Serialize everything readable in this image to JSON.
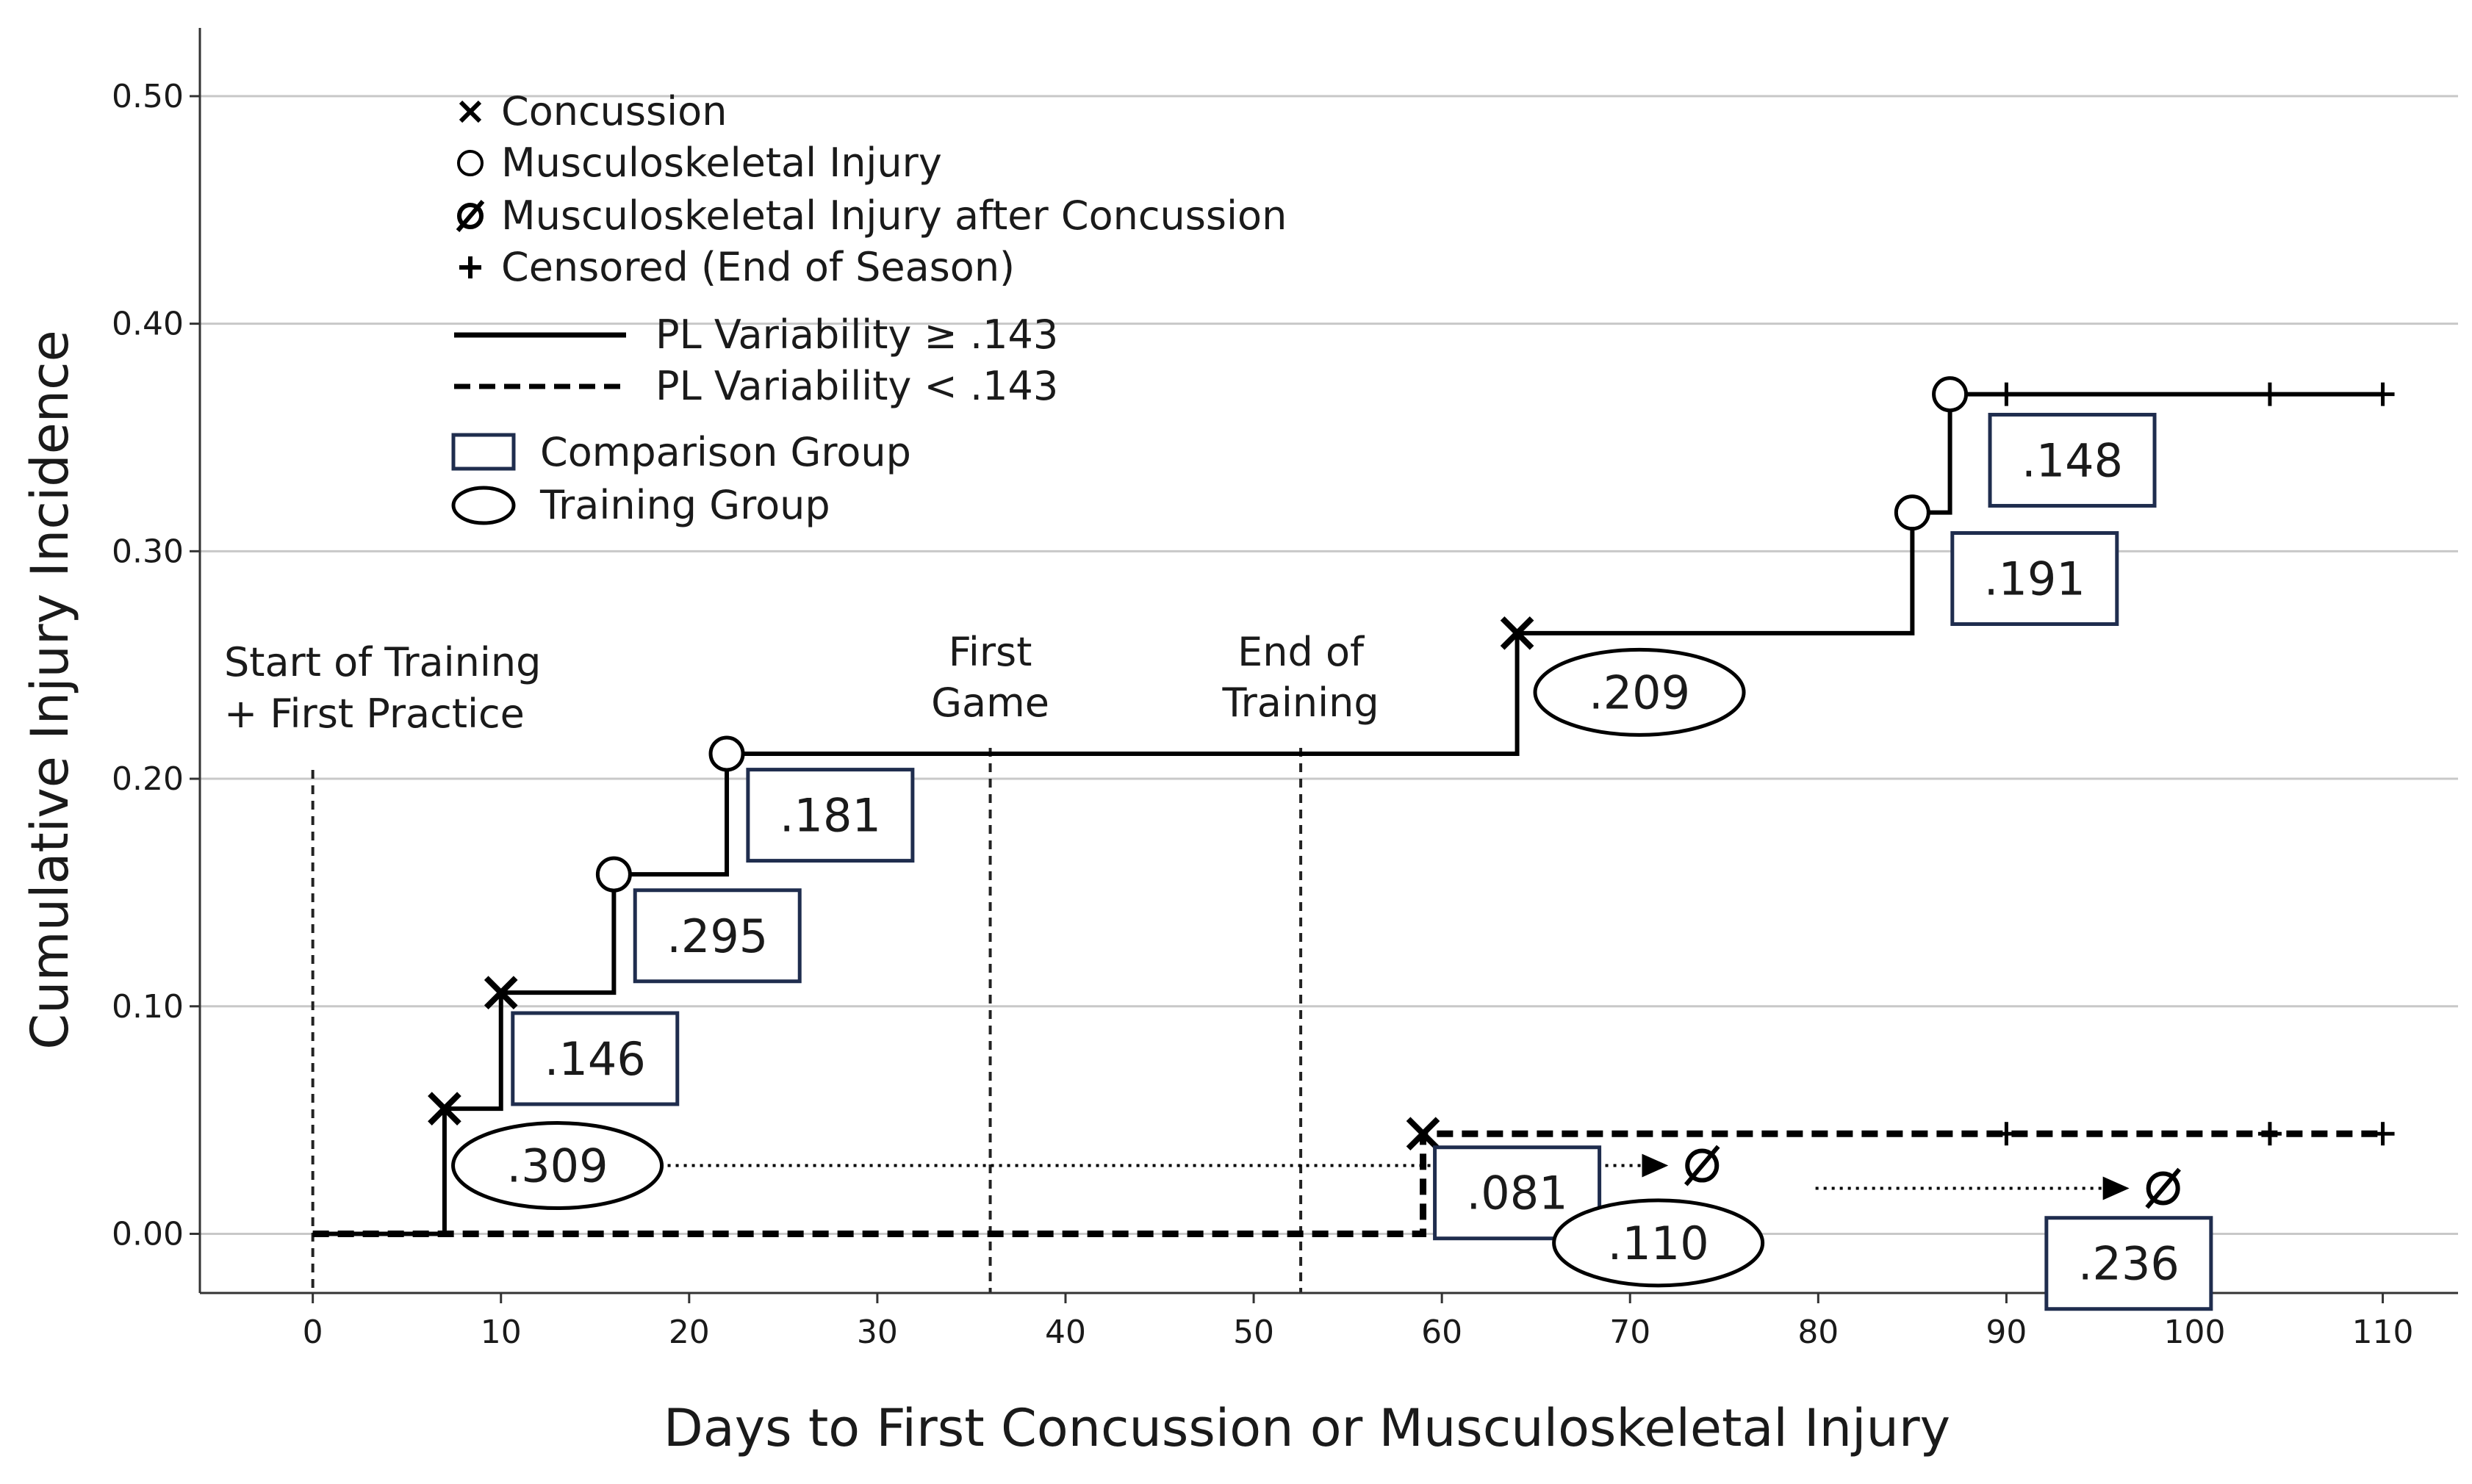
{
  "chart_data": {
    "type": "line",
    "step": true,
    "xlabel": "Days to First Concussion or Musculoskeletal Injury",
    "ylabel": "Cumulative Injury Incidence",
    "xlim": [
      -6,
      114
    ],
    "ylim": [
      -0.026,
      0.53
    ],
    "xticks": [
      "0",
      "10",
      "20",
      "30",
      "40",
      "50",
      "60",
      "70",
      "80",
      "90",
      "100",
      "110"
    ],
    "yticks": [
      "0.00",
      "0.10",
      "0.20",
      "0.30",
      "0.40",
      "0.50"
    ],
    "grid": "horizontal",
    "legend": {
      "placement": "top-left",
      "entries": [
        {
          "symbol": "x",
          "label": "Concussion"
        },
        {
          "symbol": "circle",
          "label": "Musculoskeletal Injury"
        },
        {
          "symbol": "slashed-circle",
          "label": "Musculoskeletal Injury after Concussion"
        },
        {
          "symbol": "plus",
          "label": "Censored (End of Season)"
        },
        {
          "symbol": "solid-line",
          "label": "PL Variability ≥ .143"
        },
        {
          "symbol": "dashed-line",
          "label": "PL Variability < .143"
        },
        {
          "symbol": "rectangle",
          "label": "Comparison Group"
        },
        {
          "symbol": "ellipse",
          "label": "Training Group"
        }
      ]
    },
    "phase_lines": [
      {
        "x": 0,
        "lines": [
          "Start of Training",
          "+ First Practice"
        ]
      },
      {
        "x": 36,
        "lines": [
          "First",
          "Game"
        ]
      },
      {
        "x": 52.5,
        "lines": [
          "End of",
          "Training"
        ]
      }
    ],
    "series": [
      {
        "name": "PL Variability ≥ .143",
        "style": "solid",
        "points": [
          [
            0,
            0
          ],
          [
            7,
            0.055
          ],
          [
            10,
            0.106
          ],
          [
            16,
            0.158
          ],
          [
            22,
            0.211
          ],
          [
            64,
            0.264
          ],
          [
            85,
            0.317
          ],
          [
            87,
            0.369
          ],
          [
            110,
            0.369
          ]
        ],
        "events": [
          {
            "x": 7,
            "y": 0.055,
            "type": "x"
          },
          {
            "x": 10,
            "y": 0.106,
            "type": "x"
          },
          {
            "x": 16,
            "y": 0.158,
            "type": "circle"
          },
          {
            "x": 22,
            "y": 0.211,
            "type": "circle"
          },
          {
            "x": 64,
            "y": 0.264,
            "type": "x"
          },
          {
            "x": 85,
            "y": 0.317,
            "type": "circle"
          },
          {
            "x": 87,
            "y": 0.369,
            "type": "circle"
          },
          {
            "x": 90,
            "y": 0.369,
            "type": "plus"
          },
          {
            "x": 104,
            "y": 0.369,
            "type": "plus"
          },
          {
            "x": 110,
            "y": 0.369,
            "type": "plus"
          }
        ]
      },
      {
        "name": "PL Variability < .143",
        "style": "dashed",
        "points": [
          [
            0,
            0
          ],
          [
            59,
            0.044
          ],
          [
            110,
            0.044
          ]
        ],
        "events": [
          {
            "x": 59,
            "y": 0.044,
            "type": "x"
          },
          {
            "x": 90,
            "y": 0.044,
            "type": "plus"
          },
          {
            "x": 104,
            "y": 0.044,
            "type": "plus"
          },
          {
            "x": 110,
            "y": 0.044,
            "type": "plus"
          }
        ]
      }
    ],
    "post_concussion_injuries": [
      {
        "from": [
          13,
          0.03
        ],
        "to": [
          72.5,
          0.03
        ]
      },
      {
        "from": [
          74,
          0.02
        ],
        "to": [
          97,
          0.02
        ]
      }
    ],
    "annotations": [
      {
        "text": ".309",
        "shape": "ellipse",
        "x": 13,
        "y": 0.03
      },
      {
        "text": ".146",
        "shape": "rect",
        "x": 15,
        "y": 0.077
      },
      {
        "text": ".295",
        "shape": "rect",
        "x": 21.5,
        "y": 0.131
      },
      {
        "text": ".181",
        "shape": "rect",
        "x": 27.5,
        "y": 0.184
      },
      {
        "text": ".209",
        "shape": "ellipse",
        "x": 70.5,
        "y": 0.238
      },
      {
        "text": ".191",
        "shape": "rect",
        "x": 91.5,
        "y": 0.288
      },
      {
        "text": ".148",
        "shape": "rect",
        "x": 93.5,
        "y": 0.34
      },
      {
        "text": ".081",
        "shape": "rect",
        "x": 64,
        "y": 0.018
      },
      {
        "text": ".110",
        "shape": "ellipse",
        "x": 71.5,
        "y": -0.004
      },
      {
        "text": ".236",
        "shape": "rect",
        "x": 96.5,
        "y": -0.013
      }
    ]
  }
}
